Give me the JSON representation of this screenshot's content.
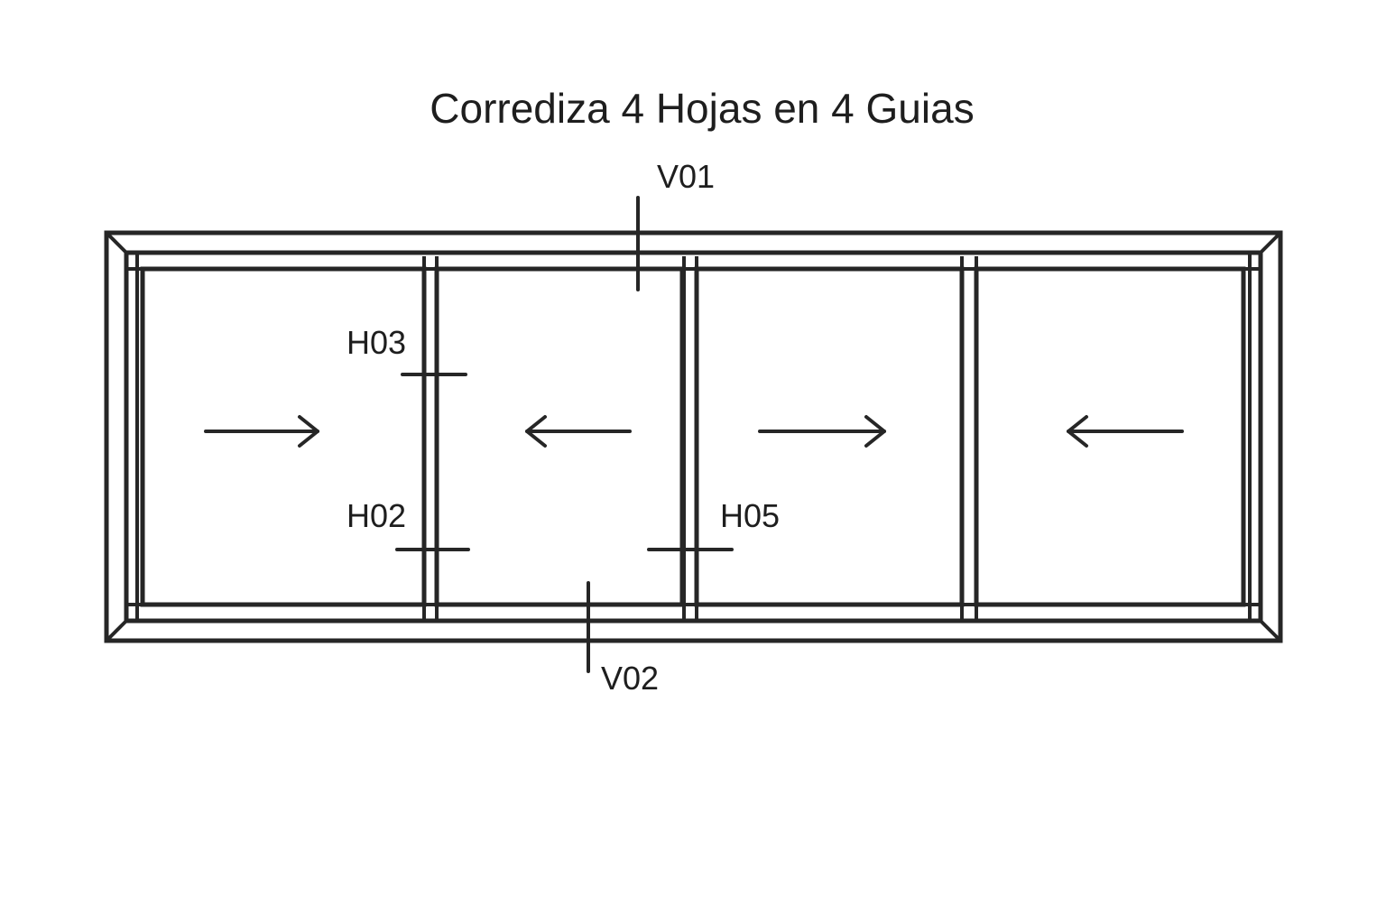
{
  "title": "Corrediza 4 Hojas en 4 Guias",
  "labels": {
    "v01": "V01",
    "v02": "V02",
    "h03": "H03",
    "h02": "H02",
    "h05": "H05"
  },
  "panels": [
    {
      "direction": "right"
    },
    {
      "direction": "left"
    },
    {
      "direction": "right"
    },
    {
      "direction": "left"
    }
  ],
  "colors": {
    "line": "#262626",
    "background": "#ffffff"
  }
}
